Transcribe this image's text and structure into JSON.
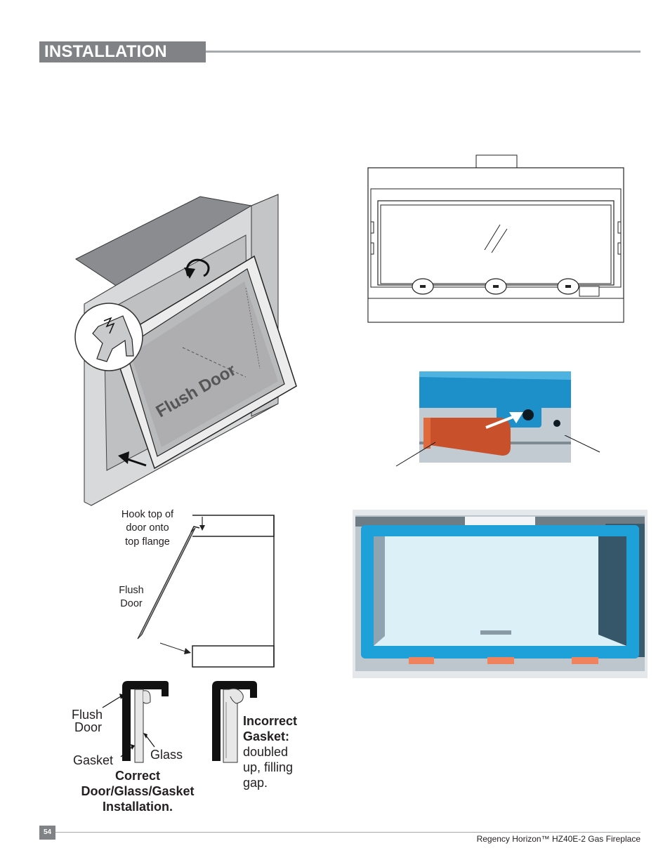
{
  "header": {
    "section_title": "INSTALLATION"
  },
  "fig_flush_door": {
    "door_label": "Flush Door"
  },
  "fig_hook": {
    "hook_lines": [
      "Hook top of",
      "door onto",
      "top flange"
    ],
    "door_lines": [
      "Flush",
      "Door"
    ]
  },
  "fig_gasket": {
    "flush_door_lines": [
      "Flush",
      "Door"
    ],
    "gasket": "Gasket",
    "glass": "Glass",
    "correct_lines": [
      "Correct",
      "Door/Glass/Gasket",
      "Installation."
    ],
    "incorrect_bold_lines": [
      "Incorrect",
      "Gasket:"
    ],
    "incorrect_lines": [
      "doubled",
      "up, filling",
      "gap."
    ]
  },
  "footer": {
    "page_number": "54",
    "product": "Regency Horizon™ HZ40E-2 Gas Fireplace"
  },
  "colors": {
    "header_gray": "#808285",
    "rule_gray": "#a7a9ac",
    "latch_blue": "#1d8fc9",
    "latch_orange": "#c8502a",
    "frame_blue": "#1ea1d8",
    "glass_blue": "#dcf0f8"
  }
}
